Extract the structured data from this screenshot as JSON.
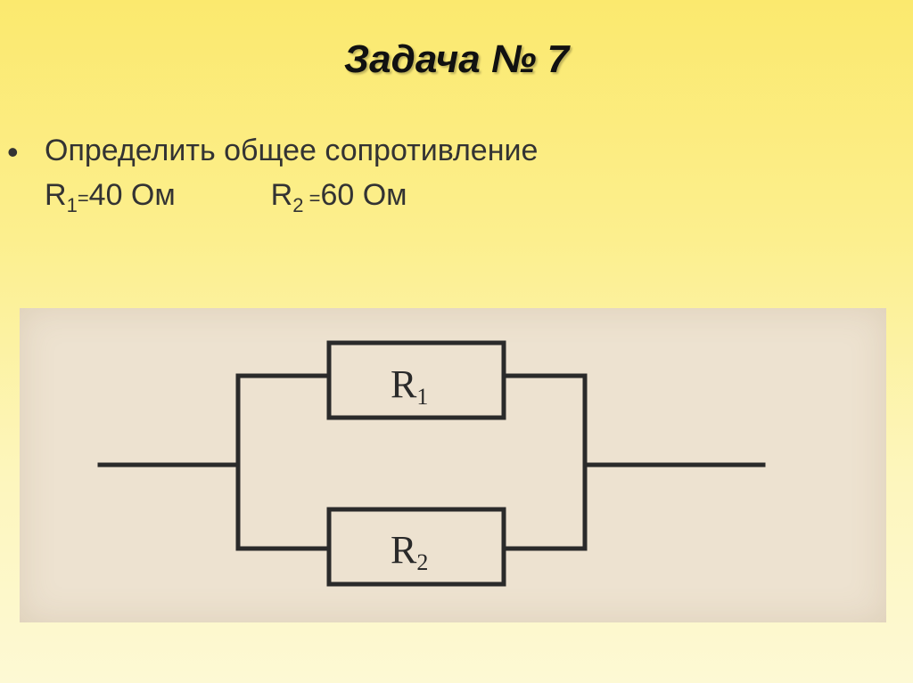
{
  "slide": {
    "title": "Задача № 7",
    "bullet": "•",
    "task_text": "Определить общее сопротивление",
    "r1": {
      "symbol": "R",
      "sub": "1",
      "eq": "=",
      "value": "40 Ом"
    },
    "r2": {
      "symbol": "R",
      "sub": "2",
      "eq": " =",
      "value": "60 Ом"
    }
  },
  "diagram": {
    "resistor_1": {
      "symbol": "R",
      "sub": "1"
    },
    "resistor_2": {
      "symbol": "R",
      "sub": "2"
    }
  },
  "colors": {
    "background_top": "#fbe96e",
    "background_bottom": "#fdf9d4",
    "figure_background": "#ede2d0",
    "wire": "#2a2a2a"
  }
}
